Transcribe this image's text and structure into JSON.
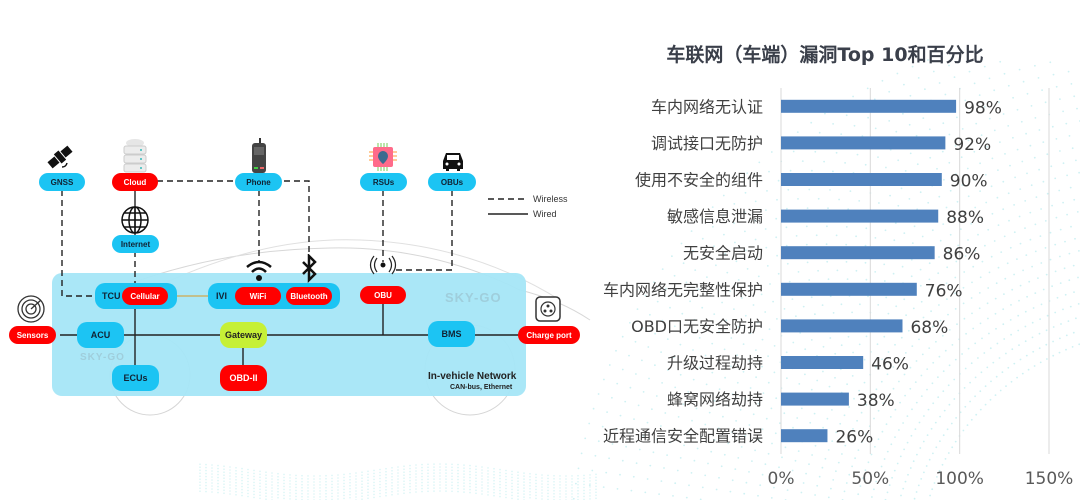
{
  "diagram": {
    "nodes": {
      "gnss": "GNSS",
      "cloud": "Cloud",
      "phone": "Phone",
      "rsus": "RSUs",
      "obus": "OBUs",
      "internet": "Internet",
      "tcu": "TCU",
      "cellular": "Cellular",
      "ivi": "IVI",
      "wifi": "WiFi",
      "bluetooth": "Bluetooth",
      "obu": "OBU",
      "sensors": "Sensors",
      "acu": "ACU",
      "gateway": "Gateway",
      "bms": "BMS",
      "charge_port": "Charge port",
      "ecus": "ECUs",
      "obd": "OBD-II"
    },
    "legend": {
      "wireless": "Wireless",
      "wired": "Wired"
    },
    "network_title": "In-vehicle Network",
    "network_subtitle": "CAN-bus, Ethernet",
    "watermark": "SKY-GO",
    "icons": [
      "satellite-icon",
      "server-icon",
      "mobile-phone-icon",
      "chip-location-icon",
      "car-icon",
      "globe-icon",
      "wifi-icon",
      "bluetooth-icon",
      "antenna-icon",
      "radar-icon",
      "charge-socket-icon"
    ],
    "colors": {
      "node_blue": "#1cc4f3",
      "node_red": "#ff0000",
      "node_green": "#c6f036",
      "network_bg": "#a5e6f7"
    }
  },
  "chart_data": {
    "type": "bar",
    "orientation": "horizontal",
    "title": "车联网（车端）漏洞Top 10和百分比",
    "categories": [
      "车内网络无认证",
      "调试接口无防护",
      "使用不安全的组件",
      "敏感信息泄漏",
      "无安全启动",
      "车内网络无完整性保护",
      "OBD口无安全防护",
      "升级过程劫持",
      "蜂窝网络劫持",
      "近程通信安全配置错误"
    ],
    "values": [
      98,
      92,
      90,
      88,
      86,
      76,
      68,
      46,
      38,
      26
    ],
    "value_labels": [
      "98%",
      "92%",
      "90%",
      "88%",
      "86%",
      "76%",
      "68%",
      "46%",
      "38%",
      "26%"
    ],
    "xlim": [
      0,
      150
    ],
    "xticks": [
      0,
      50,
      100,
      150
    ],
    "xtick_labels": [
      "0%",
      "50%",
      "100%",
      "150%"
    ],
    "xlabel": "",
    "ylabel": "",
    "grid": "vertical",
    "legend": "none",
    "bar_color": "#4f81bd"
  }
}
